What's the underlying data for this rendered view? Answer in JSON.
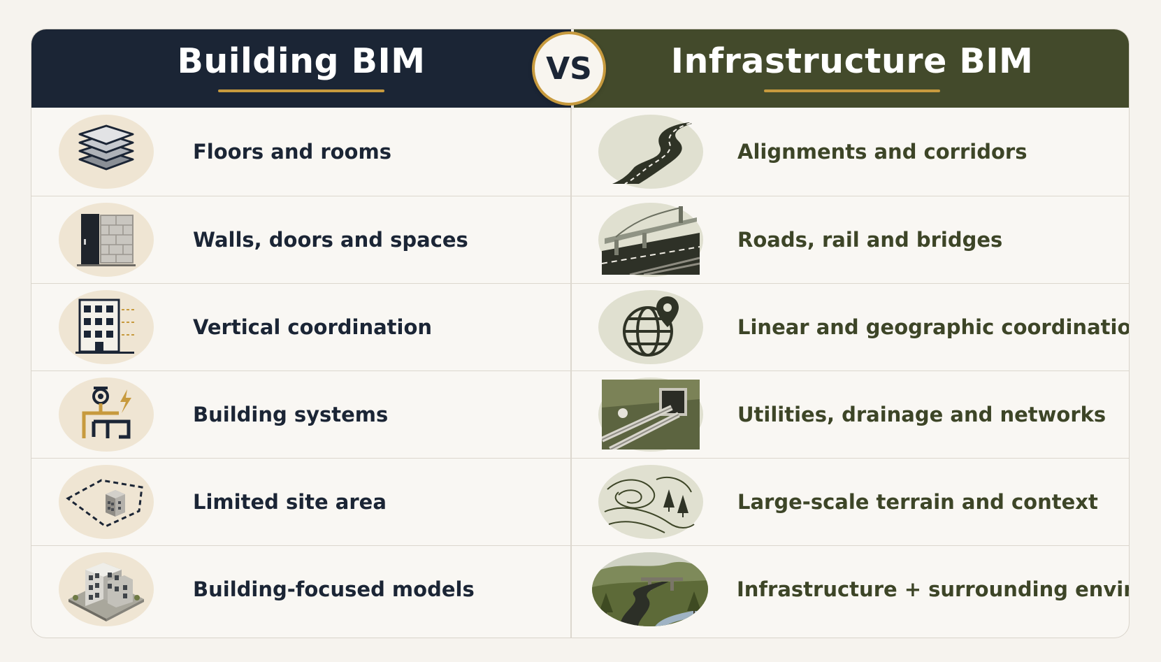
{
  "header": {
    "left_title": "Building BIM",
    "right_title": "Infrastructure BIM",
    "vs_label": "VS"
  },
  "colors": {
    "left_header": "#1b2535",
    "right_header": "#434a2b",
    "accent_gold": "#c79a3e"
  },
  "rows": [
    {
      "left": {
        "label": "Floors and rooms",
        "icon": "floor-layers-icon"
      },
      "right": {
        "label": "Alignments and corridors",
        "icon": "winding-road-icon"
      }
    },
    {
      "left": {
        "label": "Walls, doors and spaces",
        "icon": "wall-door-icon"
      },
      "right": {
        "label": "Roads, rail and bridges",
        "icon": "bridge-rail-icon"
      }
    },
    {
      "left": {
        "label": "Vertical coordination",
        "icon": "building-levels-icon"
      },
      "right": {
        "label": "Linear and geographic coordination",
        "icon": "globe-pin-icon"
      }
    },
    {
      "left": {
        "label": "Building systems",
        "icon": "pipes-electric-icon"
      },
      "right": {
        "label": "Utilities, drainage and networks",
        "icon": "culvert-pipes-icon"
      }
    },
    {
      "left": {
        "label": "Limited site area",
        "icon": "site-boundary-icon"
      },
      "right": {
        "label": "Large-scale terrain and context",
        "icon": "terrain-contour-icon"
      }
    },
    {
      "left": {
        "label": "Building-focused models",
        "icon": "building-model-icon"
      },
      "right": {
        "label": "Infrastructure + surrounding environment",
        "icon": "landscape-road-icon"
      }
    }
  ]
}
